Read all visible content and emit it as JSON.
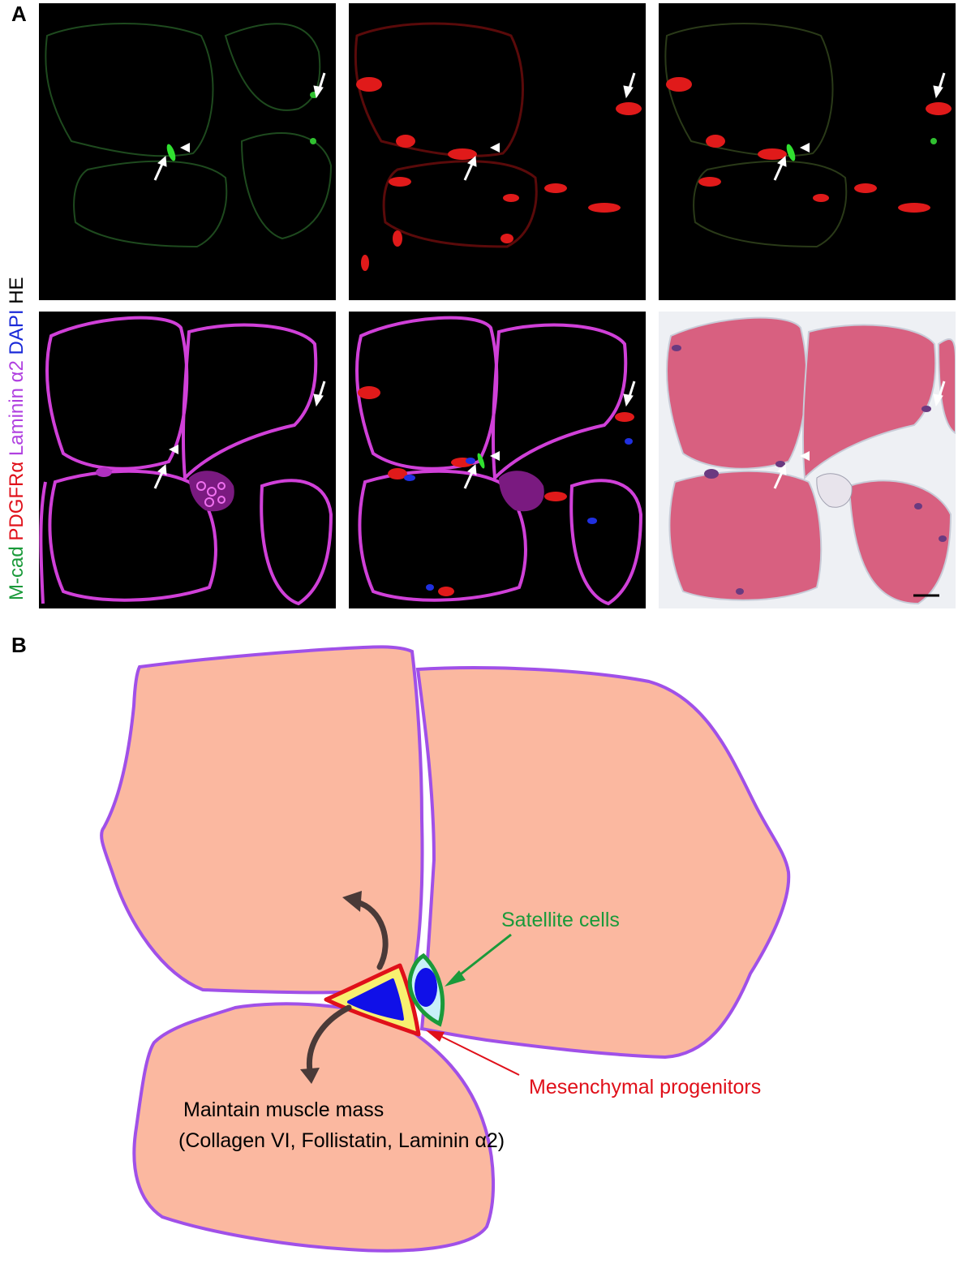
{
  "panel_a_letter": "A",
  "panel_b_letter": "B",
  "stain_labels": [
    {
      "text": "M-cad",
      "color": "#1a9a3a"
    },
    {
      "text": "PDGFRα",
      "color": "#e0101a"
    },
    {
      "text": "Laminin α2",
      "color": "#b040e0"
    },
    {
      "text": "DAPI",
      "color": "#1a2ad8"
    },
    {
      "text": "HE",
      "color": "#000000"
    }
  ],
  "micrographs": [
    {
      "channel": "M-cad"
    },
    {
      "channel": "PDGFRα"
    },
    {
      "channel": "M-cad + PDGFRα merge"
    },
    {
      "channel": "Laminin α2"
    },
    {
      "channel": "merge with DAPI"
    },
    {
      "channel": "HE"
    }
  ],
  "diagram": {
    "satellite_label": "Satellite cells",
    "satellite_color": "#1a9a3a",
    "mesenchymal_label": "Mesenchymal progenitors",
    "mesenchymal_color": "#e0101a",
    "function_line1": "Maintain muscle mass",
    "function_line2": "(Collagen VI, Follistatin, Laminin α2)",
    "fiber_fill": "#fbb8a0",
    "fiber_outline": "#a050e8"
  }
}
